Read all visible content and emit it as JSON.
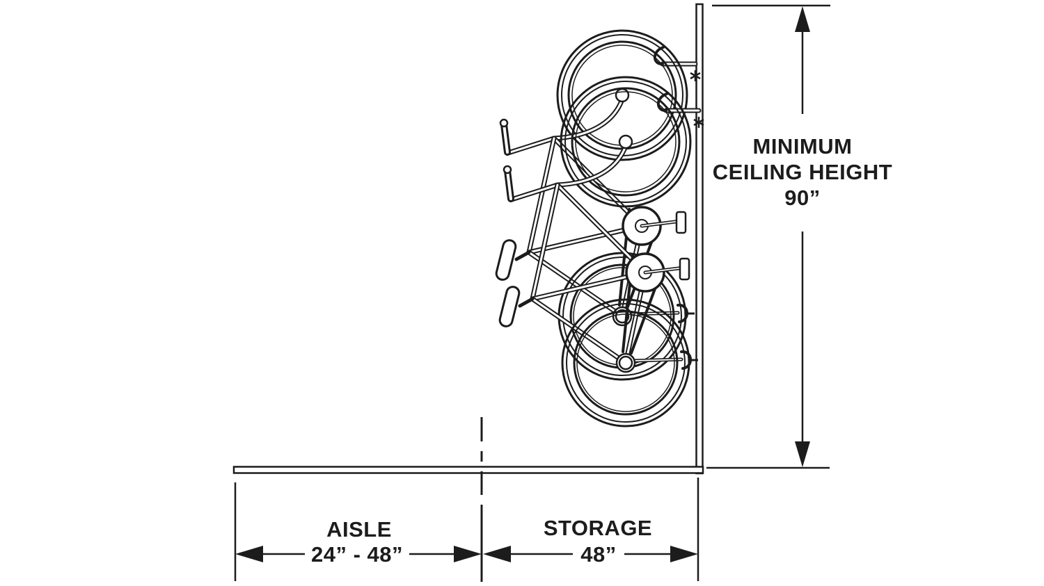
{
  "canvas": {
    "background": "#ffffff",
    "ink": "#1c1c1c",
    "description": "Line-art elevation diagram of two bicycles hung vertically on wall hooks with clearance dimensions"
  },
  "annotations": {
    "ceiling": {
      "lines": [
        "MINIMUM",
        "CEILING HEIGHT",
        "90”"
      ]
    },
    "aisle": {
      "label": "AISLE",
      "value": "24” - 48”"
    },
    "storage": {
      "label": "STORAGE",
      "value": "48”"
    }
  }
}
